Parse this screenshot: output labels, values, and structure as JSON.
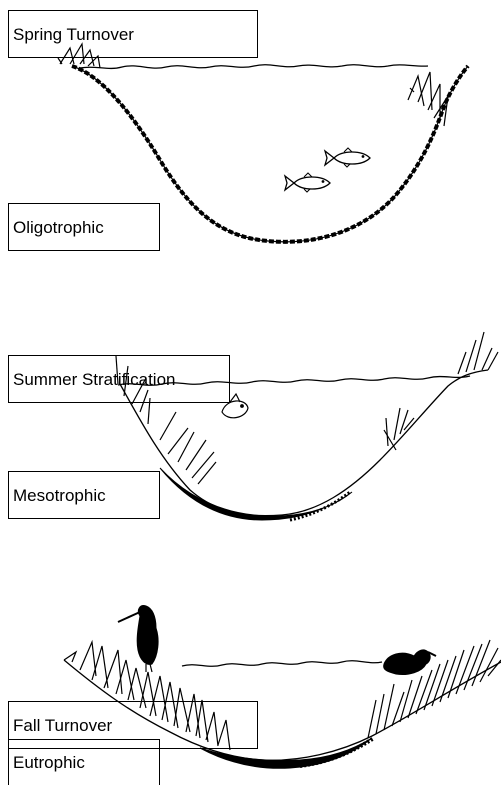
{
  "panels": [
    {
      "stage_label": "Spring Turnover",
      "trophic_label": "Oligotrophic"
    },
    {
      "stage_label": "Summer Stratification",
      "trophic_label": "Mesotrophic"
    },
    {
      "stage_label": "Fall Turnover",
      "trophic_label": "Eutrophic"
    }
  ],
  "colors": {
    "ink": "#000000",
    "background": "#ffffff"
  },
  "icons": [
    "fish-icon",
    "heron-icon",
    "duck-icon",
    "grass-clump-icon"
  ]
}
